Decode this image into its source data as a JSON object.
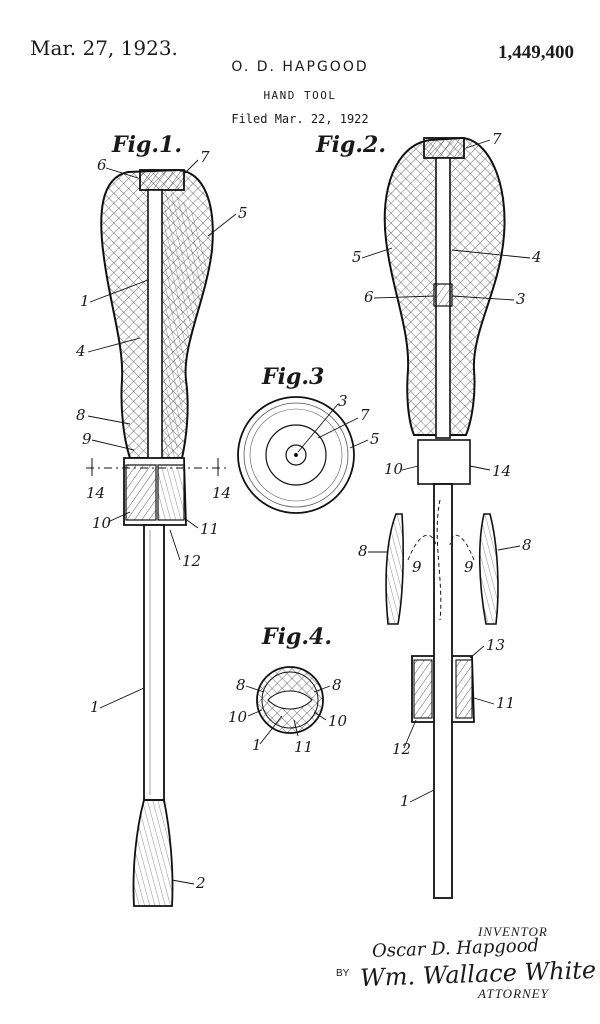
{
  "header": {
    "date": "Mar. 27, 1923.",
    "patent_number": "1,449,400",
    "inventor": "O. D. HAPGOOD",
    "title": "HAND TOOL",
    "filed": "Filed Mar. 22, 1922"
  },
  "figures": {
    "fig1": "Fig.1.",
    "fig2": "Fig.2.",
    "fig3": "Fig.3",
    "fig4": "Fig.4."
  },
  "refs": {
    "r1": "1",
    "r2": "2",
    "r3": "3",
    "r4": "4",
    "r5": "5",
    "r6": "6",
    "r7": "7",
    "r8": "8",
    "r9": "9",
    "r10": "10",
    "r11": "11",
    "r12": "12",
    "r13": "13",
    "r14": "14"
  },
  "section_marks": {
    "s14": "14"
  },
  "signature": {
    "inventor_label": "INVENTOR",
    "inventor_signature": "Oscar D. Hapgood",
    "by": "BY",
    "attorney_signature": "Wm. Wallace White",
    "attorney_label": "ATTORNEY"
  }
}
